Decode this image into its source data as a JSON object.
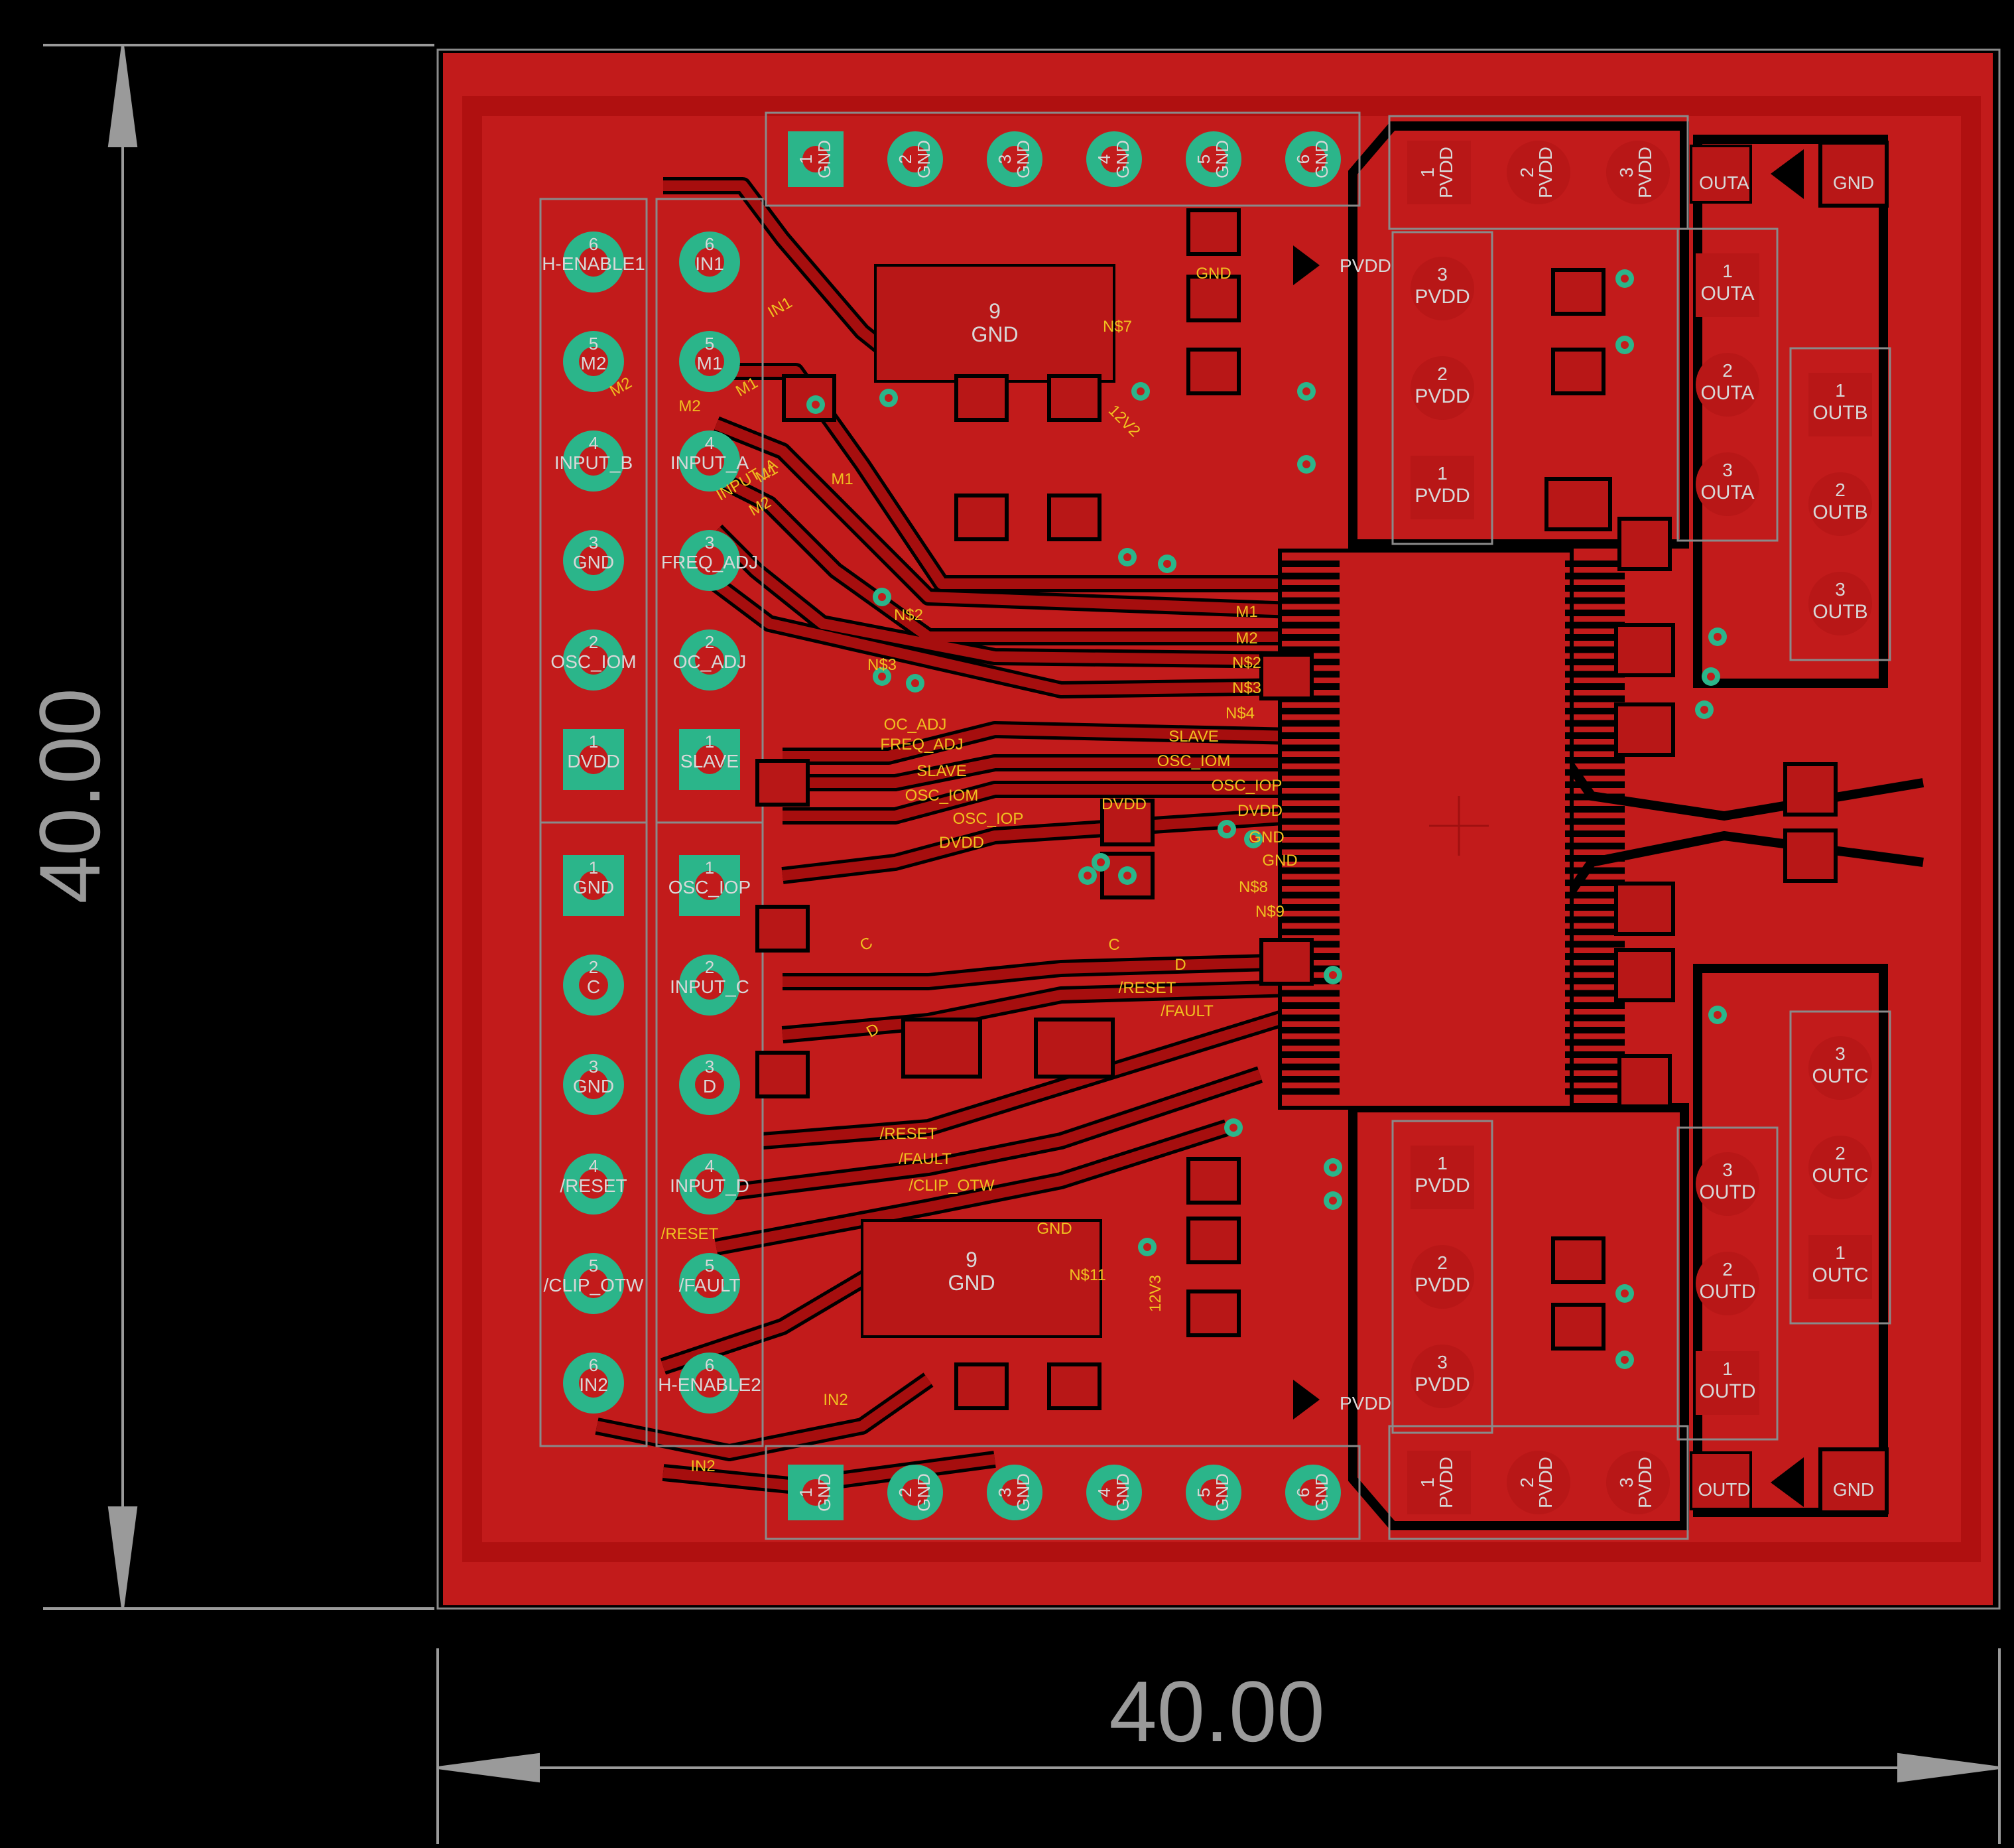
{
  "dimensions": {
    "width_label": "40.00",
    "height_label": "40.00"
  },
  "colors": {
    "background": "#000000",
    "board_copper": "#c21b1b",
    "trace": "#a60e0e",
    "clearance": "#000000",
    "pad": "#b81717",
    "via_ring": "#2bb58a",
    "silkscreen": "#d8d8d8",
    "net_label": "#f0c020",
    "dimension": "#9a9a9a"
  },
  "header_top": [
    {
      "num": "1",
      "net": "GND"
    },
    {
      "num": "2",
      "net": "GND"
    },
    {
      "num": "3",
      "net": "GND"
    },
    {
      "num": "4",
      "net": "GND"
    },
    {
      "num": "5",
      "net": "GND"
    },
    {
      "num": "6",
      "net": "GND"
    }
  ],
  "header_bottom": [
    {
      "num": "1",
      "net": "GND"
    },
    {
      "num": "2",
      "net": "GND"
    },
    {
      "num": "3",
      "net": "GND"
    },
    {
      "num": "4",
      "net": "GND"
    },
    {
      "num": "5",
      "net": "GND"
    },
    {
      "num": "6",
      "net": "GND"
    }
  ],
  "left_col_a_top": [
    {
      "num": "6",
      "label": "H-ENABLE1"
    },
    {
      "num": "5",
      "label": "M2"
    },
    {
      "num": "4",
      "label": "INPUT_B"
    },
    {
      "num": "3",
      "label": "GND"
    },
    {
      "num": "2",
      "label": "OSC_IOM"
    },
    {
      "num": "1",
      "label": "DVDD"
    }
  ],
  "left_col_b_top": [
    {
      "num": "6",
      "label": "IN1"
    },
    {
      "num": "5",
      "label": "M1"
    },
    {
      "num": "4",
      "label": "INPUT_A"
    },
    {
      "num": "3",
      "label": "FREQ_ADJ"
    },
    {
      "num": "2",
      "label": "OC_ADJ"
    },
    {
      "num": "1",
      "label": "SLAVE"
    }
  ],
  "left_col_a_bottom": [
    {
      "num": "1",
      "label": "GND"
    },
    {
      "num": "2",
      "label": "C"
    },
    {
      "num": "3",
      "label": "GND"
    },
    {
      "num": "4",
      "label": "/RESET"
    },
    {
      "num": "5",
      "label": "/CLIP_OTW"
    },
    {
      "num": "6",
      "label": "IN2"
    }
  ],
  "left_col_b_bottom": [
    {
      "num": "1",
      "label": "OSC_IOP"
    },
    {
      "num": "2",
      "label": "INPUT_C"
    },
    {
      "num": "3",
      "label": "D"
    },
    {
      "num": "4",
      "label": "INPUT_D"
    },
    {
      "num": "5",
      "label": "/FAULT"
    },
    {
      "num": "6",
      "label": "H-ENABLE2"
    }
  ],
  "pvdd_top_row": [
    {
      "num": "1",
      "net": "PVDD"
    },
    {
      "num": "2",
      "net": "PVDD"
    },
    {
      "num": "3",
      "net": "PVDD"
    }
  ],
  "pvdd_bottom_row": [
    {
      "num": "1",
      "net": "PVDD"
    },
    {
      "num": "2",
      "net": "PVDD"
    },
    {
      "num": "3",
      "net": "PVDD"
    }
  ],
  "pvdd_col_top": [
    {
      "num": "3",
      "net": "PVDD"
    },
    {
      "num": "2",
      "net": "PVDD"
    },
    {
      "num": "1",
      "net": "PVDD"
    }
  ],
  "pvdd_col_bottom": [
    {
      "num": "1",
      "net": "PVDD"
    },
    {
      "num": "2",
      "net": "PVDD"
    },
    {
      "num": "3",
      "net": "PVDD"
    }
  ],
  "outa": [
    {
      "num": "1",
      "net": "OUTA"
    },
    {
      "num": "2",
      "net": "OUTA"
    },
    {
      "num": "3",
      "net": "OUTA"
    }
  ],
  "outb": [
    {
      "num": "1",
      "net": "OUTB"
    },
    {
      "num": "2",
      "net": "OUTB"
    },
    {
      "num": "3",
      "net": "OUTB"
    }
  ],
  "outc": [
    {
      "num": "3",
      "net": "OUTC"
    },
    {
      "num": "2",
      "net": "OUTC"
    },
    {
      "num": "1",
      "net": "OUTC"
    }
  ],
  "outd": [
    {
      "num": "3",
      "net": "OUTD"
    },
    {
      "num": "2",
      "net": "OUTD"
    },
    {
      "num": "1",
      "net": "OUTD"
    }
  ],
  "ic_labels": {
    "u1_pin": "9",
    "u1_net": "GND",
    "u2_pin": "9",
    "u2_net": "GND"
  },
  "corner_labels": {
    "outa_top": "OUTA",
    "gnd_top": "GND",
    "outd_bottom": "OUTD",
    "gnd_bottom": "GND",
    "pvdd_top": "PVDD",
    "pvdd_bottom": "PVDD"
  },
  "net_labels": [
    {
      "text": "IN1"
    },
    {
      "text": "M2"
    },
    {
      "text": "M1"
    },
    {
      "text": "M2"
    },
    {
      "text": "INPUT_A"
    },
    {
      "text": "M1"
    },
    {
      "text": "M2"
    },
    {
      "text": "M1"
    },
    {
      "text": "N$2"
    },
    {
      "text": "N$3"
    },
    {
      "text": "OC_ADJ"
    },
    {
      "text": "FREQ_ADJ"
    },
    {
      "text": "SLAVE"
    },
    {
      "text": "OSC_IOM"
    },
    {
      "text": "OSC_IOP"
    },
    {
      "text": "DVDD"
    },
    {
      "text": "M1"
    },
    {
      "text": "M2"
    },
    {
      "text": "N$2"
    },
    {
      "text": "N$3"
    },
    {
      "text": "N$4"
    },
    {
      "text": "SLAVE"
    },
    {
      "text": "OSC_IOM"
    },
    {
      "text": "OSC_IOP"
    },
    {
      "text": "DVDD"
    },
    {
      "text": "GND"
    },
    {
      "text": "GND"
    },
    {
      "text": "N$8"
    },
    {
      "text": "N$9"
    },
    {
      "text": "C"
    },
    {
      "text": "D"
    },
    {
      "text": "/RESET"
    },
    {
      "text": "/FAULT"
    },
    {
      "text": "/RESET"
    },
    {
      "text": "/FAULT"
    },
    {
      "text": "/CLIP_OTW"
    },
    {
      "text": "/RESET"
    },
    {
      "text": "IN2"
    },
    {
      "text": "IN2"
    },
    {
      "text": "12V2"
    },
    {
      "text": "12V3"
    },
    {
      "text": "GND"
    },
    {
      "text": "GND"
    },
    {
      "text": "N$7"
    },
    {
      "text": "N$11"
    },
    {
      "text": "DVDD"
    },
    {
      "text": "C"
    },
    {
      "text": "D"
    }
  ]
}
